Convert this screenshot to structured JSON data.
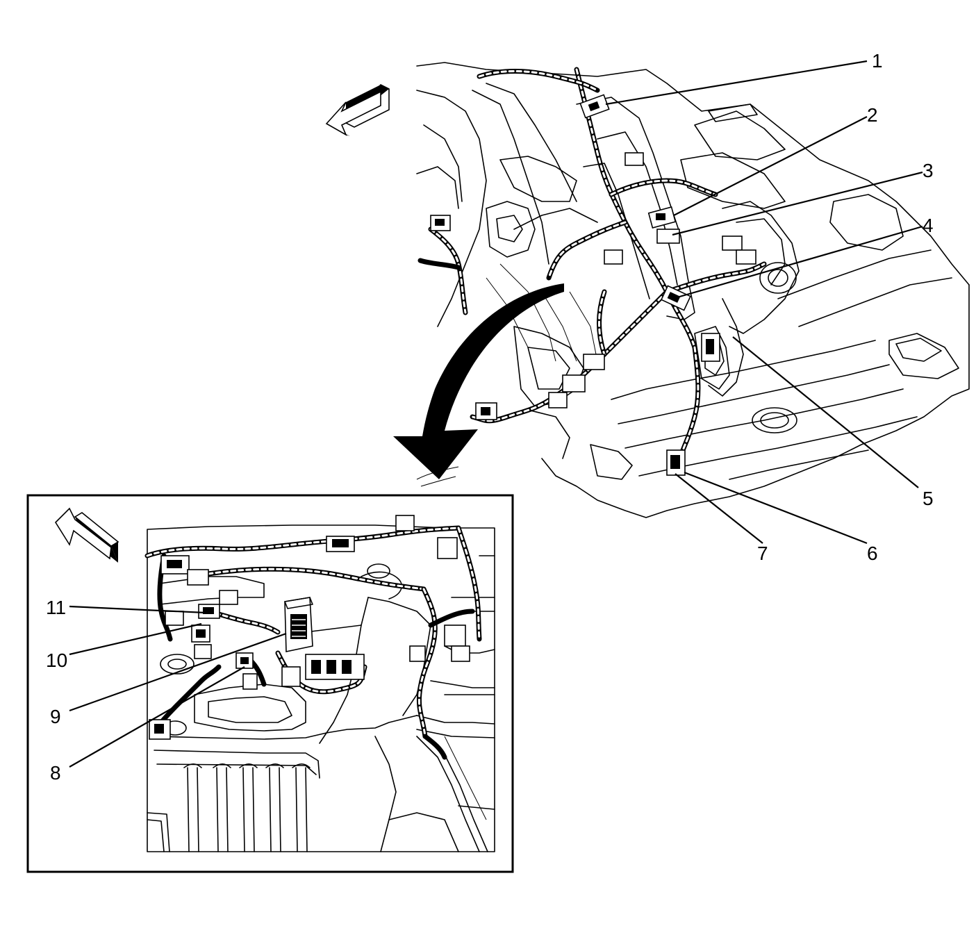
{
  "diagram": {
    "main_view": {
      "callouts": [
        {
          "id": "1",
          "label": "1"
        },
        {
          "id": "2",
          "label": "2"
        },
        {
          "id": "3",
          "label": "3"
        },
        {
          "id": "4",
          "label": "4"
        },
        {
          "id": "5",
          "label": "5"
        },
        {
          "id": "6",
          "label": "6"
        },
        {
          "id": "7",
          "label": "7"
        }
      ]
    },
    "inset_view": {
      "callouts": [
        {
          "id": "8",
          "label": "8"
        },
        {
          "id": "9",
          "label": "9"
        },
        {
          "id": "10",
          "label": "10"
        },
        {
          "id": "11",
          "label": "11"
        }
      ]
    },
    "icons": {
      "front_arrow_main": "front-direction-arrow",
      "front_arrow_inset": "front-direction-arrow",
      "view_arrow": "curved-view-arrow"
    }
  }
}
